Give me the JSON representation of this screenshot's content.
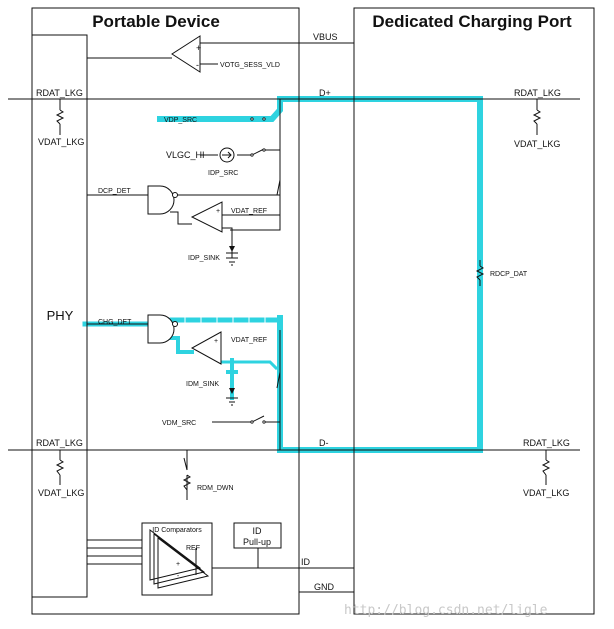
{
  "blocks": {
    "portable_device": "Portable Device",
    "charging_port": "Dedicated Charging Port",
    "phy": "PHY"
  },
  "labels": {
    "vbus": "VBUS",
    "dplus": "D+",
    "dminus": "D-",
    "id": "ID",
    "gnd": "GND",
    "rdat_lkg_tl": "RDAT_LKG",
    "vdat_lkg_tl": "VDAT_LKG",
    "rdat_lkg_bl": "RDAT_LKG",
    "vdat_lkg_bl": "VDAT_LKG",
    "rdat_lkg_tr": "RDAT_LKG",
    "vdat_lkg_tr": "VDAT_LKG",
    "rdat_lkg_br": "RDAT_LKG",
    "vdat_lkg_br": "VDAT_LKG",
    "votg_sess_vld": "VOTG_SESS_VLD",
    "vdp_src": "VDP_SRC",
    "vlgc_hi": "VLGC_HI",
    "idp_src": "IDP_SRC",
    "dcp_det": "DCP_DET",
    "vdat_ref_1": "VDAT_REF",
    "idp_sink": "IDP_SINK",
    "chg_det": "CHG_DET",
    "vdat_ref_2": "VDAT_REF",
    "idm_sink": "IDM_SINK",
    "vdm_src": "VDM_SRC",
    "rdm_dwn": "RDM_DWN",
    "rdcp_dat": "RDCP_DAT",
    "id_comparators": "ID Comparators",
    "ref": "REF",
    "id_pullup_1": "ID",
    "id_pullup_2": "Pull-up",
    "plus": "+",
    "minus": "-"
  },
  "watermark": "http://blog.csdn.net/ligle",
  "colors": {
    "highlight": "#2ed3e0",
    "line": "#111111",
    "watermark": "#c8c8c8"
  }
}
